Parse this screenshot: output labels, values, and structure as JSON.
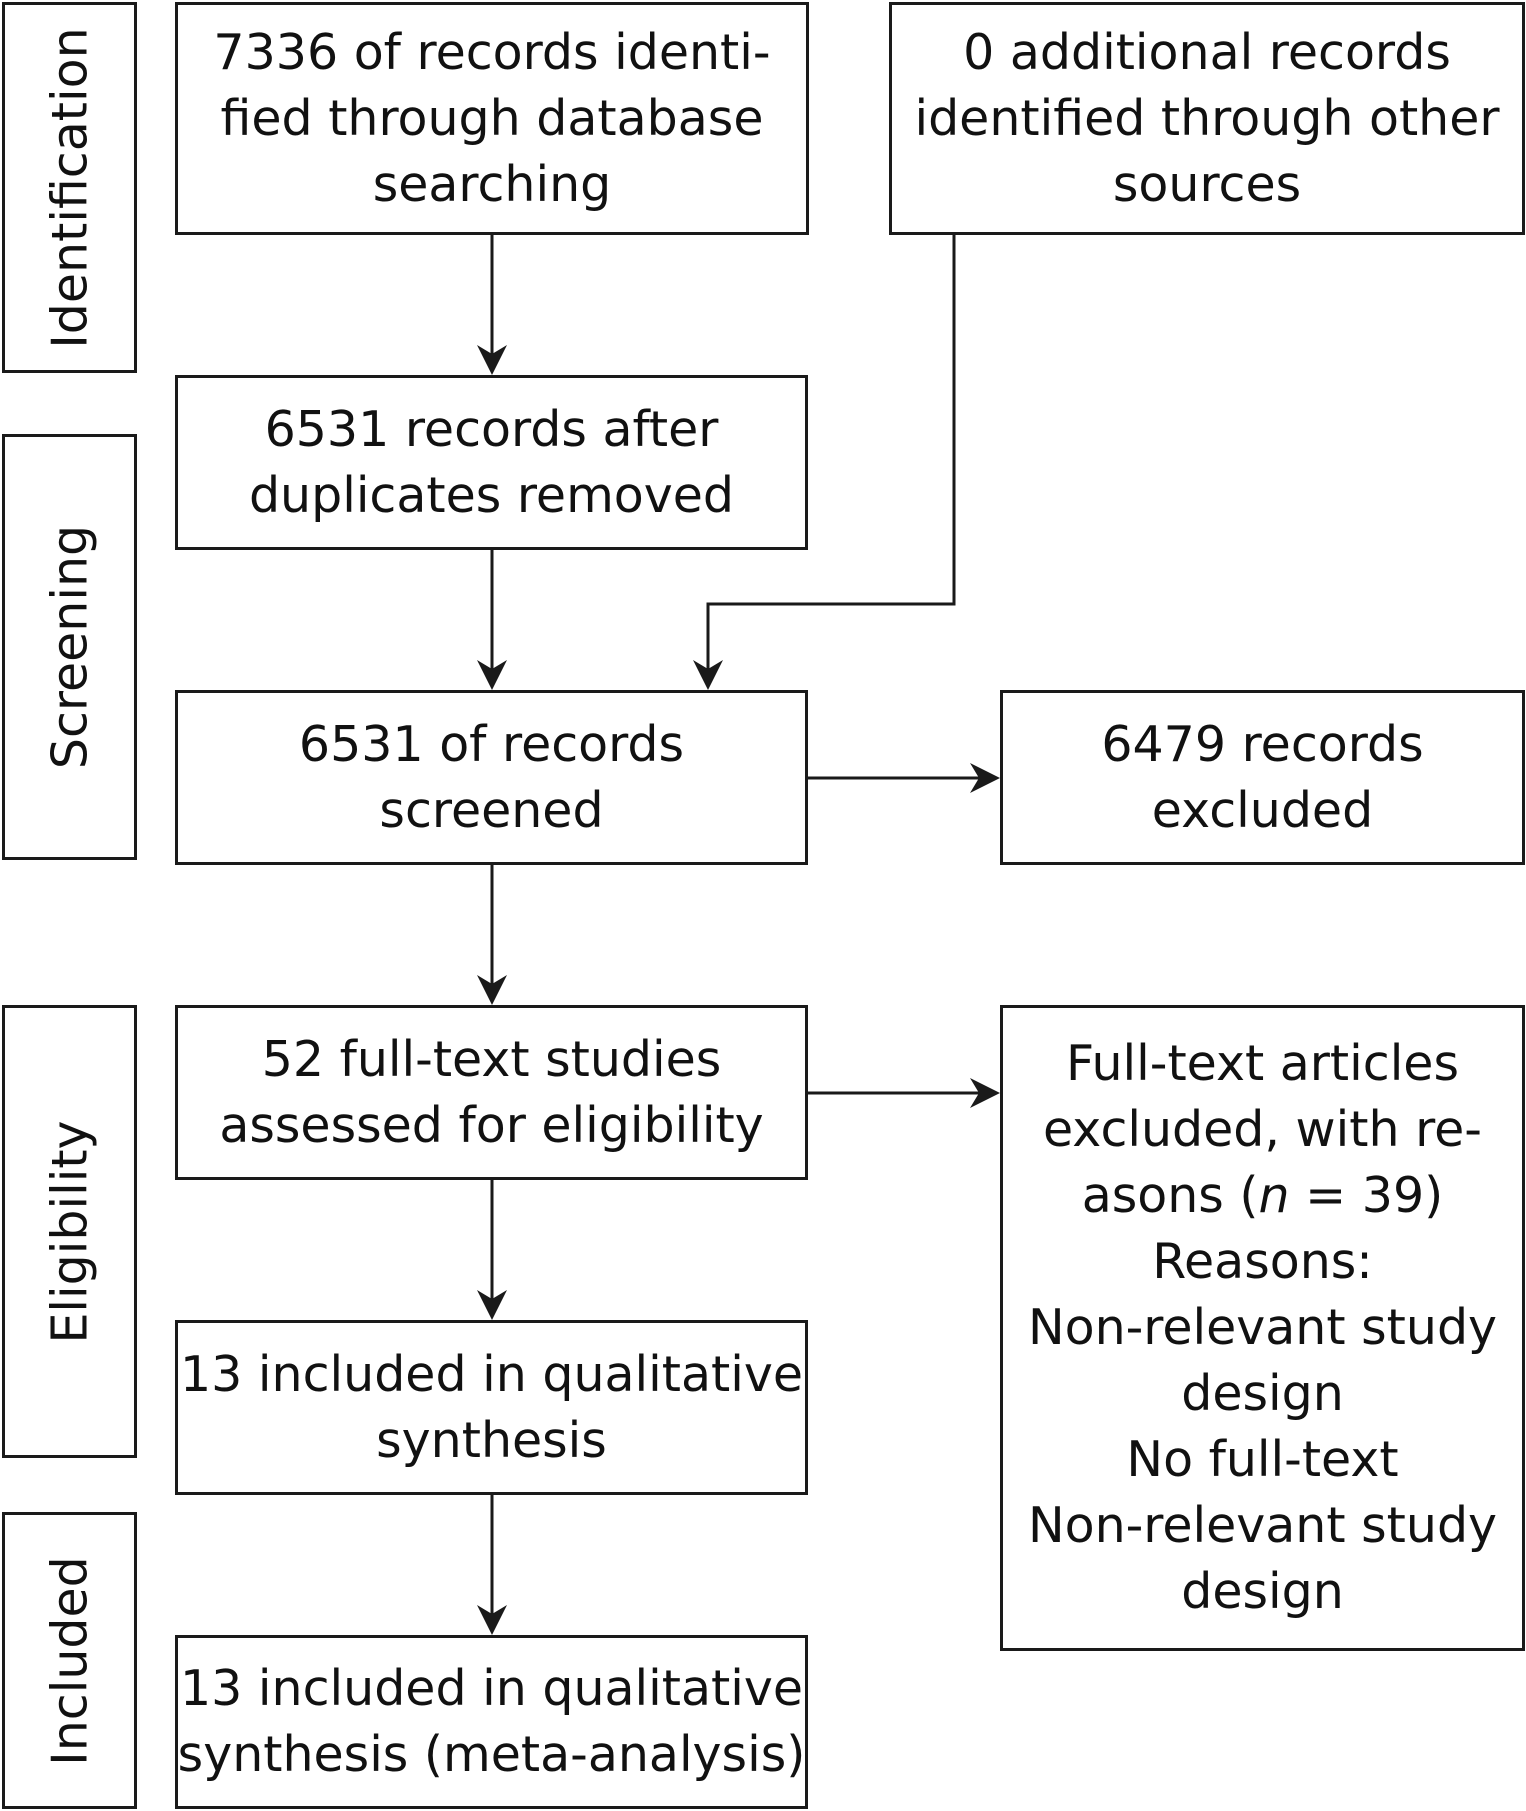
{
  "stages": {
    "identification": "Identification",
    "screening": "Screening",
    "eligibility": "Eligibility",
    "included": "Included"
  },
  "boxes": {
    "database_records": [
      "7336 of records identi-",
      "fied through database",
      "searching"
    ],
    "other_sources": [
      "0 additional records",
      "identified through other",
      "sources"
    ],
    "duplicates_removed": [
      "6531 records after",
      "duplicates removed"
    ],
    "screened": [
      "6531 of records",
      "screened"
    ],
    "excluded": [
      "6479 records",
      "excluded"
    ],
    "fulltext_assessed": [
      "52 full-text studies",
      "assessed for eligibility"
    ],
    "fulltext_excluded": {
      "line1": "Full-text articles",
      "line2": "excluded, with re-",
      "line3_prefix": "asons (",
      "line3_n": "n",
      "line3_suffix": " = 39)",
      "line4": "Reasons:",
      "line5": "Non-relevant study",
      "line6": "design",
      "line7": "No full-text",
      "line8": "Non-relevant study",
      "line9": "design"
    },
    "qualitative": [
      "13 included in qualitative",
      "synthesis"
    ],
    "meta_analysis": [
      "13 included in qualitative",
      "synthesis (meta-analysis)"
    ]
  },
  "colors": {
    "stroke": "#1a1a1a",
    "background": "#ffffff"
  }
}
